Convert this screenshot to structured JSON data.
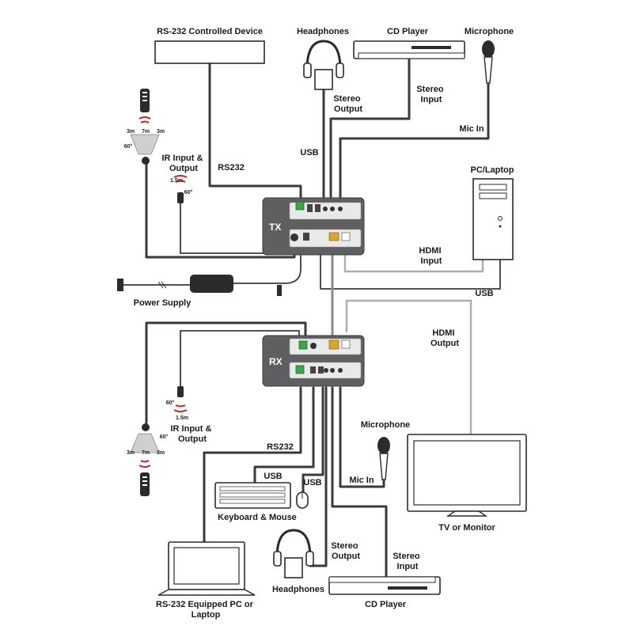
{
  "diagram": {
    "tx": {
      "name": "TX",
      "labels": {
        "rs232_device": "RS-232 Controlled Device",
        "headphones": "Headphones",
        "cd_player": "CD Player",
        "microphone": "Microphone",
        "stereo_output": "Stereo\nOutput",
        "stereo_input": "Stereo\nInput",
        "mic_in": "Mic In",
        "usb_top": "USB",
        "rs232": "RS232",
        "ir_io": "IR Input &\nOutput",
        "pc_laptop": "PC/Laptop",
        "hdmi_input": "HDMI\nInput",
        "usb_pc": "USB",
        "power_supply": "Power Supply",
        "ir_range_left": "3m",
        "ir_range_mid": "7m",
        "ir_range_right": "3m",
        "ir_angle": "60°",
        "ir_emitter_range": "1.5m",
        "ir_emitter_angle": "60°"
      }
    },
    "rx": {
      "name": "RX",
      "labels": {
        "hdmi_output": "HDMI\nOutput",
        "ir_io": "IR Input &\nOutput",
        "ir_emitter_range": "1.5m",
        "ir_emitter_angle": "60°",
        "ir_angle": "60°",
        "ir_range_left": "3m",
        "ir_range_mid": "7m",
        "ir_range_right": "3m",
        "microphone": "Microphone",
        "rs232": "RS232",
        "usb_kb": "USB",
        "usb_mouse": "USB",
        "mic_in": "Mic In",
        "keyboard_mouse": "Keyboard & Mouse",
        "tv_monitor": "TV or Monitor",
        "stereo_output": "Stereo\nOutput",
        "stereo_input": "Stereo\nInput",
        "headphones": "Headphones",
        "rs232_pc": "RS-232 Equipped PC or\nLaptop",
        "cd_player": "CD Player"
      }
    }
  }
}
